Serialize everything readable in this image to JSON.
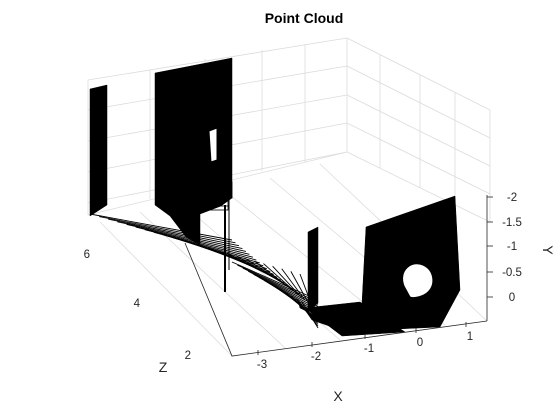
{
  "chart_data": {
    "type": "scatter",
    "title": "Point Cloud",
    "xlabel": "X",
    "ylabel": "Y",
    "zlabel": "Z",
    "x_ticks": [
      "-3",
      "-2",
      "-1",
      "0",
      "1"
    ],
    "y_ticks": [
      "-2",
      "-1.5",
      "-1",
      "-0.5",
      "0"
    ],
    "z_ticks": [
      "2",
      "4",
      "6"
    ],
    "xlim": [
      -3.3,
      1.4
    ],
    "ylim": [
      -2.2,
      0.3
    ],
    "zlim": [
      0.8,
      7.2
    ],
    "y_direction": "reverse",
    "grid": true,
    "marker_color": "#000000"
  }
}
